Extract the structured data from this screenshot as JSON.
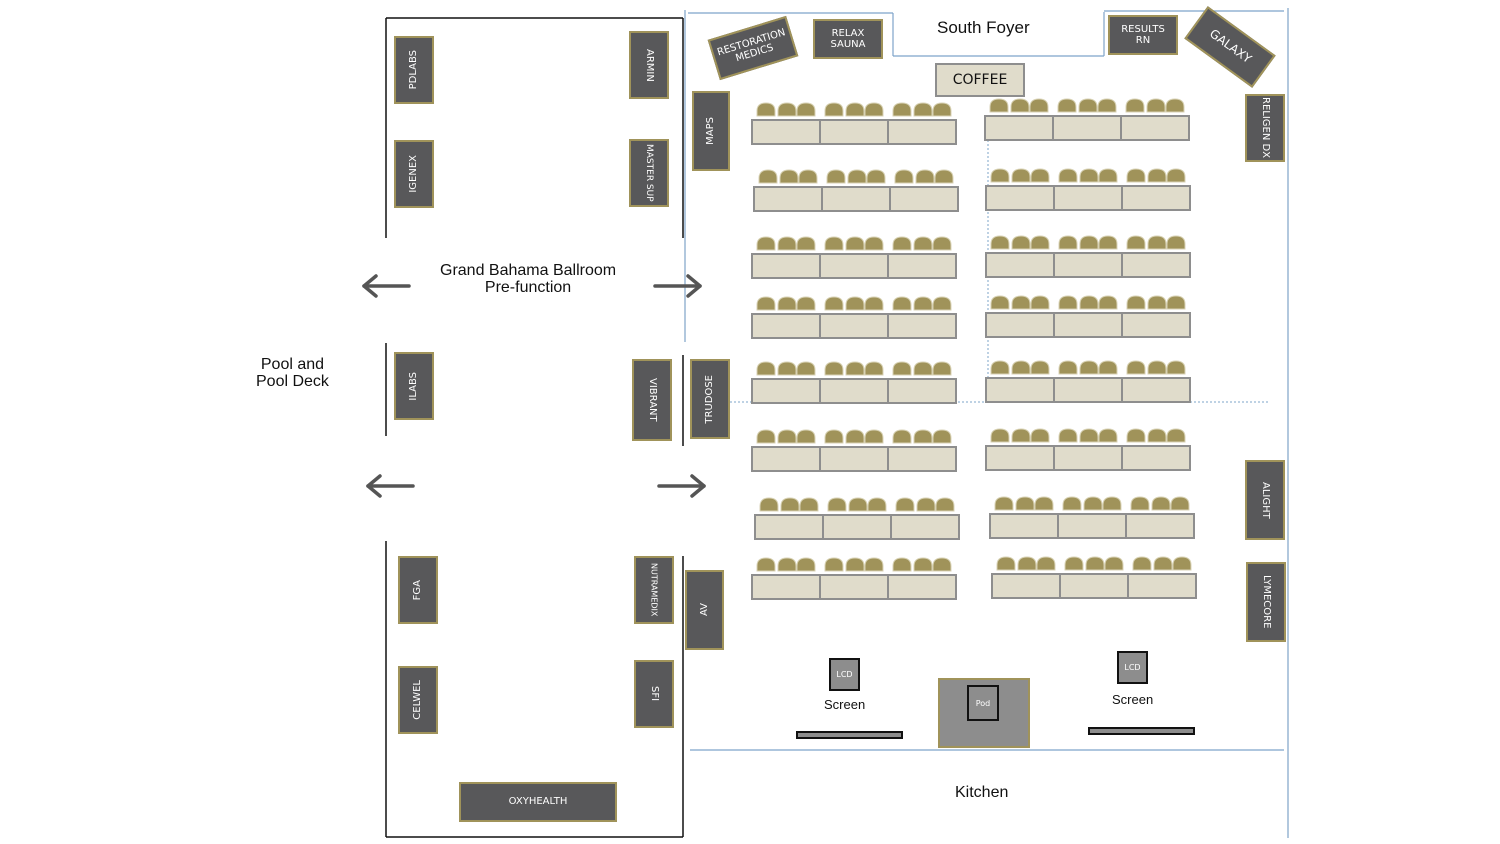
{
  "title_labels": {
    "south_foyer": "South Foyer",
    "prefunction_line1": "Grand Bahama Ballroom",
    "prefunction_line2": "Pre-function",
    "pool_line1": "Pool and",
    "pool_line2": "Pool Deck",
    "kitchen": "Kitchen",
    "coffee": "COFFEE"
  },
  "booths_left_hall": {
    "pdlabs": "PDLABS",
    "armin": "ARMIN",
    "igenex": "IGENEX",
    "master_sup": "MASTER SUP",
    "ilabs": "ILABS",
    "vibrant": "VIBRANT",
    "fga": "FGA",
    "nutramedix": "NUTRAMEDIX",
    "celwel": "CELWEL",
    "sfi": "SFI",
    "oxyhealth": "OXYHEALTH"
  },
  "booths_ballroom": {
    "restoration_medics_line1": "RESTORATION",
    "restoration_medics_line2": "MEDICS",
    "relax_sauna_line1": "RELAX",
    "relax_sauna_line2": "SAUNA",
    "results_rn_line1": "RESULTS",
    "results_rn_line2": "RN",
    "galaxy": "GALAXY",
    "maps": "MAPS",
    "religen_dx": "RELIGEN DX",
    "trudose": "TRUDOSE",
    "alight": "ALIGHT",
    "av": "AV",
    "lymecore": "LYMECORE"
  },
  "av_equipment": {
    "lcd_left": "LCD",
    "lcd_right": "LCD",
    "screen_left": "Screen",
    "screen_right": "Screen",
    "pod": "Pod"
  },
  "seating": {
    "rows_per_side": 8,
    "tables_per_row": 3,
    "chairs_per_table": 3
  },
  "colors": {
    "booth_fill": "#58585a",
    "booth_border": "#a0935a",
    "table_fill": "#e0dccb",
    "table_border": "#8e8e8e",
    "chair_fill": "#a0935a",
    "wall": "#111111",
    "guide_line": "#7ea4c9",
    "arrow": "#555555"
  }
}
